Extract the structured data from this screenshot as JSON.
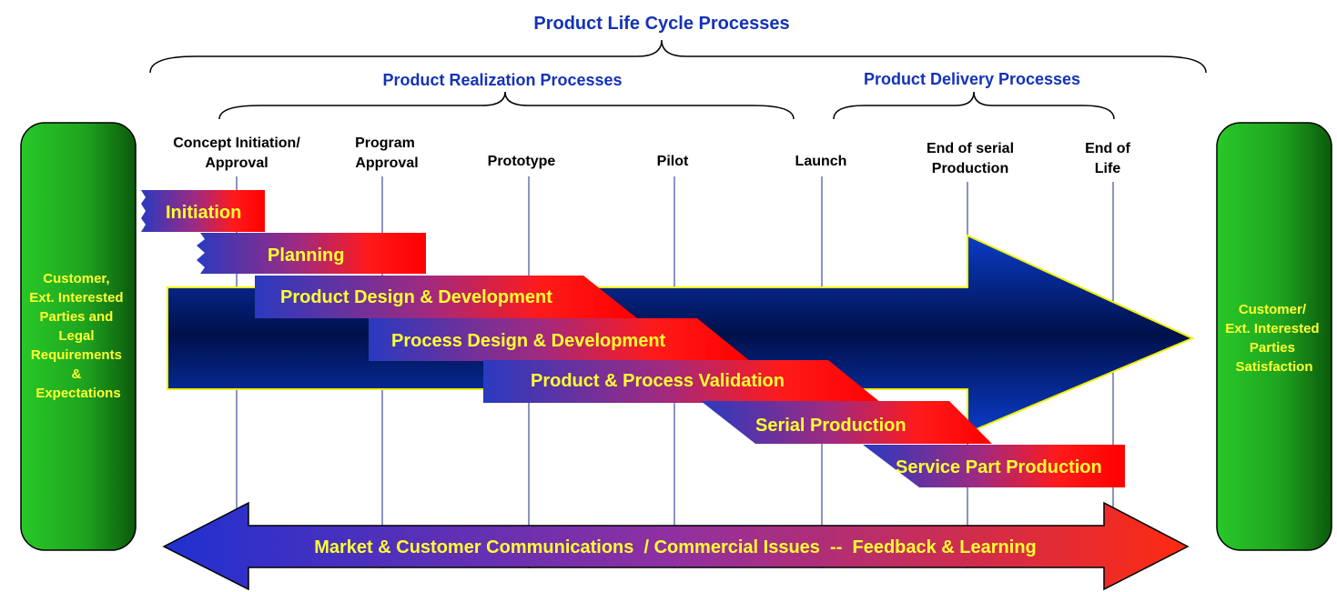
{
  "title": "Product Life Cycle Processes",
  "groups": {
    "realization": "Product Realization Processes",
    "delivery": "Product Delivery Processes"
  },
  "milestones": [
    {
      "id": "concept",
      "line1": "Concept Initiation/",
      "line2": "Approval"
    },
    {
      "id": "program",
      "line1": "Program",
      "line2": "Approval"
    },
    {
      "id": "prototype",
      "line1": "Prototype",
      "line2": ""
    },
    {
      "id": "pilot",
      "line1": "Pilot",
      "line2": ""
    },
    {
      "id": "launch",
      "line1": "Launch",
      "line2": ""
    },
    {
      "id": "end-serial",
      "line1": "End of serial",
      "line2": "Production"
    },
    {
      "id": "end-life",
      "line1": "End of",
      "line2": "Life"
    }
  ],
  "phases": [
    {
      "id": "initiation",
      "label": "Initiation"
    },
    {
      "id": "planning",
      "label": "Planning"
    },
    {
      "id": "product-design",
      "label": "Product Design & Development"
    },
    {
      "id": "process-design",
      "label": "Process Design & Development"
    },
    {
      "id": "validation",
      "label": "Product & Process Validation"
    },
    {
      "id": "serial",
      "label": "Serial Production"
    },
    {
      "id": "service",
      "label": "Service Part Production"
    }
  ],
  "left_pillar": [
    "Customer,",
    "Ext. Interested",
    "Parties and",
    "Legal",
    "Requirements",
    "&",
    "Expectations"
  ],
  "right_pillar": [
    "Customer/",
    "Ext. Interested",
    "Parties",
    "Satisfaction"
  ],
  "communications": "Market & Customer Communications  / Commercial Issues  --  Feedback & Learning",
  "colors": {
    "title_blue": "#1432b8",
    "label_yellow": "#ffff33",
    "arrow_navy": "#001070",
    "phase_blue": "#2a3ac0",
    "phase_red": "#ff0000",
    "pillar_green": "#22b822"
  }
}
